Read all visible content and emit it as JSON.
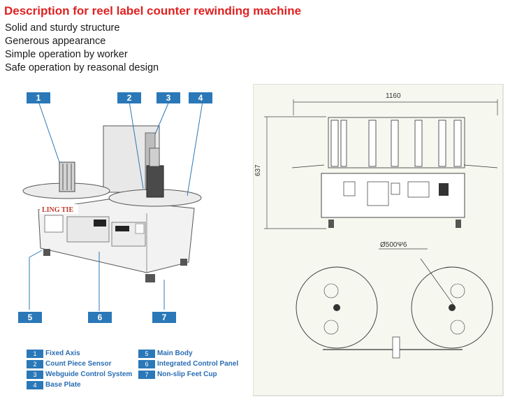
{
  "title": "Description for reel label counter rewinding machine",
  "features": [
    "Solid and sturdy structure",
    "Generous appearance",
    "Simple operation by worker",
    "Safe operation by reasonal design"
  ],
  "callouts": [
    "1",
    "2",
    "3",
    "4",
    "5",
    "6",
    "7"
  ],
  "brand_label": "LING TIE",
  "dim_width": "1160",
  "dim_height": "637",
  "dim_diameter": "Ø500Ψ6",
  "legend": [
    {
      "num": "1",
      "label": "Fixed Axis"
    },
    {
      "num": "2",
      "label": "Count Piece Sensor"
    },
    {
      "num": "3",
      "label": "Webguide Control System"
    },
    {
      "num": "4",
      "label": "Base Plate"
    },
    {
      "num": "5",
      "label": "Main Body"
    },
    {
      "num": "6",
      "label": "Integrated Control Panel"
    },
    {
      "num": "7",
      "label": "Non-slip Feet Cup"
    }
  ],
  "colors": {
    "title": "#e02020",
    "callout": "#2a78b8",
    "legend_text": "#2a6db3",
    "drawing_bg": "#f6f7ef"
  }
}
